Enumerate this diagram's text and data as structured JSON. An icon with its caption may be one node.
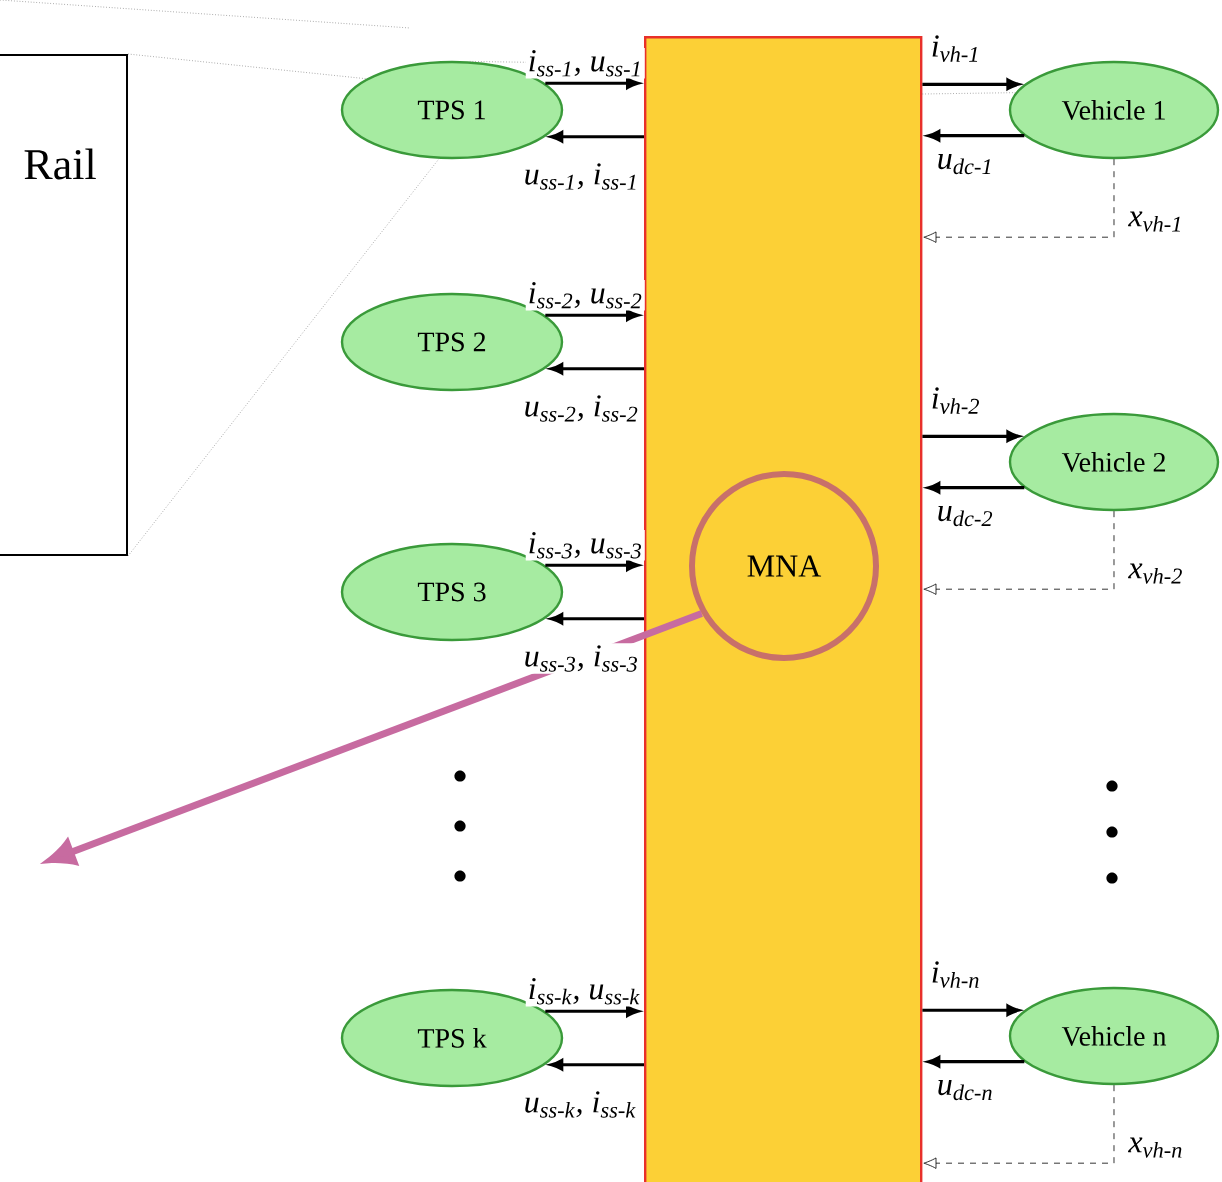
{
  "diagram": {
    "nodes": [
      {
        "text": [
          "Rail"
        ]
      },
      {
        "text": [],
        "shape": "box"
      },
      {
        "text": [
          "MNA"
        ],
        "in": 1
      },
      {
        "text": [
          "TPS 1"
        ]
      },
      {
        "text": [
          "TPS 2"
        ]
      },
      {
        "text": [
          "TPS 3"
        ]
      },
      {
        "text": [
          "TPS k"
        ]
      },
      {
        "text": [
          "Vehicle 1"
        ]
      },
      {
        "text": [
          "Vehicle 2"
        ]
      },
      {
        "text": [
          "Vehicle n"
        ]
      }
    ],
    "edges": [
      {
        "from": 0,
        "to": 3,
        "arrow": "none",
        "style": "dashed",
        "color": "#808080"
      },
      {
        "from": 0,
        "to": 3,
        "arrow": "none",
        "style": "dashed",
        "color": "#808080"
      },
      {
        "from": 3,
        "to": 1,
        "arrow": "to",
        "label": "i$_{ss-1}$, u$_{ss-1}$"
      },
      {
        "from": 1,
        "to": 3,
        "arrow": "to",
        "label": "u$_{ss-1}$, i$_{ss-1}$"
      },
      {
        "from": 4,
        "to": 1,
        "arrow": "to",
        "label": "i$_{ss-2}$, u$_{ss-2}$"
      },
      {
        "from": 1,
        "to": 4,
        "arrow": "to",
        "label": "u$_{ss-2}$, i$_{ss-2}$"
      },
      {
        "from": 5,
        "to": 1,
        "arrow": "to",
        "label": "i$_{ss-3}$, u$_{ss-3}$"
      },
      {
        "from": 1,
        "to": 5,
        "arrow": "to",
        "label": "u$_{ss-3}$, i$_{ss-3}$"
      },
      {
        "from": 6,
        "to": 1,
        "arrow": "to",
        "label": "i$_{ss-k}$, u$_{ss-k}$"
      },
      {
        "from": 1,
        "to": 6,
        "arrow": "to",
        "label": "u$_{ss-k}$, i$_{ss-k}$"
      },
      {
        "from": 1,
        "to": 7,
        "arrow": "to",
        "label": "i$_{vh-1}$"
      },
      {
        "from": 7,
        "to": 1,
        "arrow": "to",
        "label": "u$_{dc-1}$"
      },
      {
        "from": 7,
        "to": 1,
        "arrow": "to",
        "label": "x$_{vh-1}$",
        "style": "dashed"
      },
      {
        "from": 1,
        "to": 8,
        "arrow": "to",
        "label": "i$_{vh-2}$"
      },
      {
        "from": 8,
        "to": 1,
        "arrow": "to",
        "label": "u$_{dc-2}$"
      },
      {
        "from": 8,
        "to": 1,
        "arrow": "to",
        "label": "x$_{vh-2}$",
        "style": "dashed"
      },
      {
        "from": 1,
        "to": 9,
        "arrow": "to",
        "label": "i$_{vh-n}$"
      },
      {
        "from": 9,
        "to": 1,
        "arrow": "to",
        "label": "u$_{dc-n}$"
      },
      {
        "from": 9,
        "to": 1,
        "arrow": "to",
        "label": "x$_{vh-n}$",
        "style": "dashed"
      },
      {
        "from": 2,
        "to": null,
        "arrow": "to",
        "style": "thick",
        "color": "#c76ba0"
      },
      {
        "from": 3,
        "to": 1,
        "arrow": "none",
        "style": "dashed",
        "color": "#808080"
      },
      {
        "from": 7,
        "to": 1,
        "arrow": "none",
        "style": "dashed",
        "color": "#808080"
      }
    ]
  }
}
